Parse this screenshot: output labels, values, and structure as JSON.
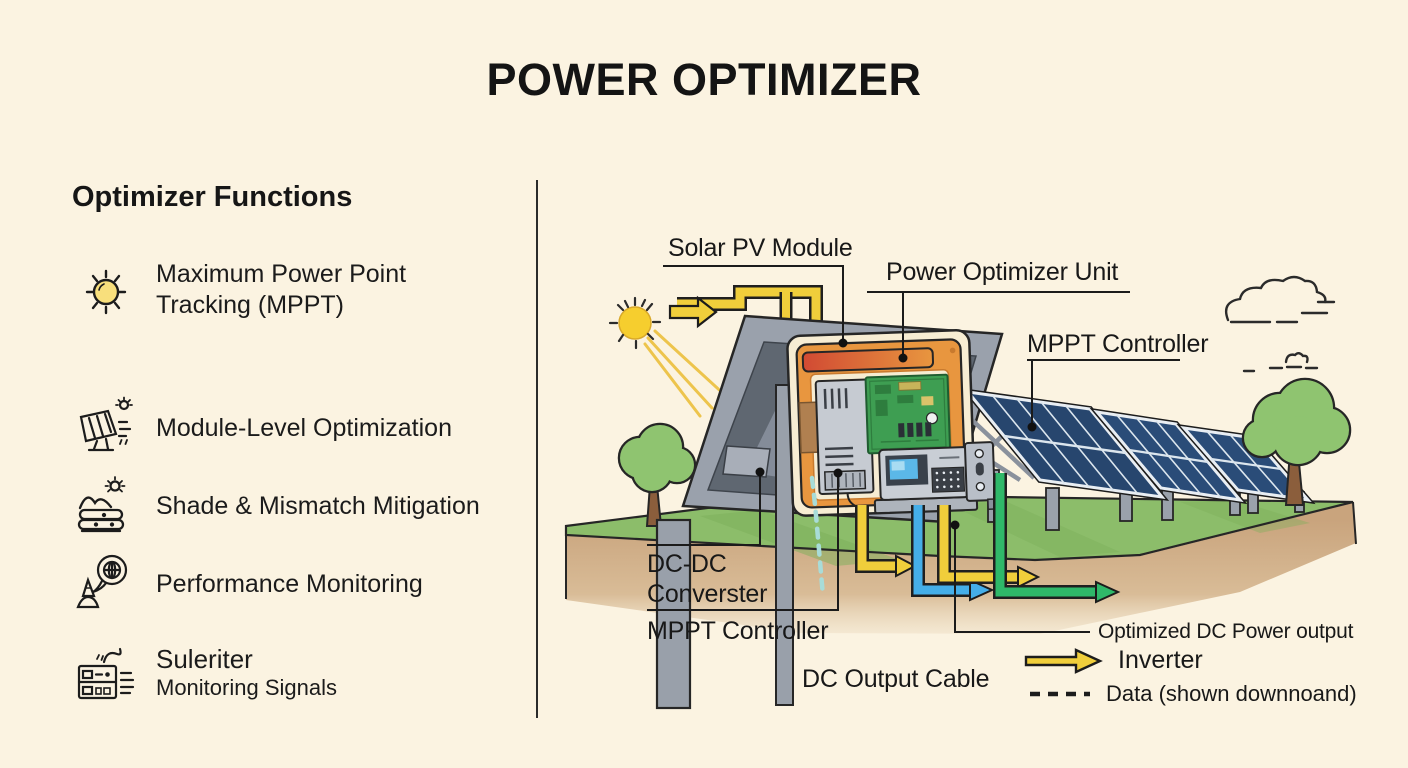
{
  "title": "POWER OPTIMIZER",
  "colors": {
    "background": "#FBF3E1",
    "text": "#1C1C1C",
    "power_yellow": "#F0CE3B",
    "dc_blue": "#45AEE8",
    "optimized_green": "#2FB869",
    "grass_green": "#8CBD6A",
    "soil_brown": "#C9A47D",
    "panel_cell_blue": "#27466E",
    "optimizer_orange": "#E8963F",
    "pcb_green": "#3E9E52",
    "sun_yellow": "#F6CE2E",
    "data_dash_teal": "#A8DCD8"
  },
  "left_panel": {
    "heading": "Optimizer Functions",
    "items": [
      {
        "icon": "sun-icon",
        "label": "Maximum Power Point Tracking (MPPT)"
      },
      {
        "icon": "solar-panel-icon",
        "label": "Module-Level Optimization"
      },
      {
        "icon": "shade-hills-icon",
        "label": "Shade & Mismatch Mitigation"
      },
      {
        "icon": "person-speech-bubble-icon",
        "label": "Performance Monitoring"
      },
      {
        "icon": "monitoring-device-icon",
        "label": "Suleriter",
        "sublabel": "Monitoring Signals"
      }
    ]
  },
  "diagram": {
    "labels": {
      "solar_pv_module": "Solar PV Module",
      "power_optimizer_unit": "Power Optimizer Unit",
      "mppt_controller_right": "MPPT Controller",
      "dc_dc_converter_line1": "DC-DC",
      "dc_dc_converter_line2": "Converster",
      "mppt_controller_bottom": "MPPT Controller",
      "dc_output_cable": "DC Output Cable",
      "optimized_dc_power_output": "Optimized DC Power output"
    },
    "legend": {
      "inverter": {
        "symbol": "yellow-arrow",
        "label": "Inverter"
      },
      "data": {
        "symbol": "dashed-line",
        "label": "Data (shown downnoand)"
      }
    }
  }
}
